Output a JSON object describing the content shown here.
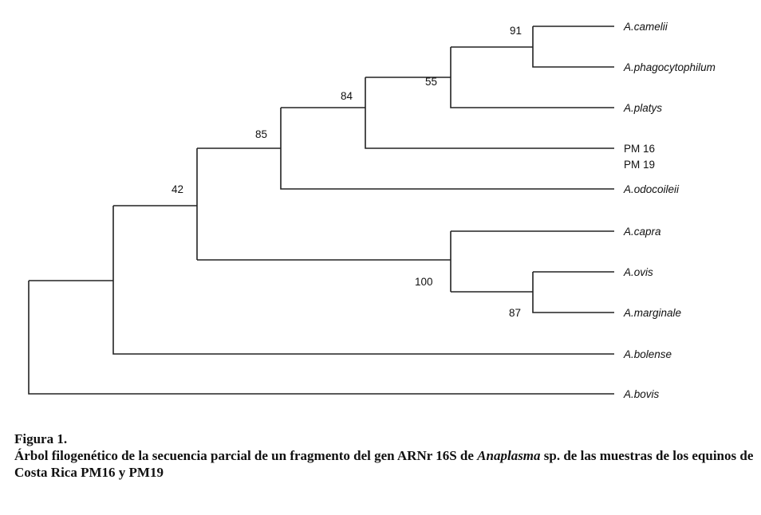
{
  "tree": {
    "leaves": {
      "camelii": "A.camelii",
      "phagocytophilum": "A.phagocytophilum",
      "platys": "A.platys",
      "pm16": "PM 16",
      "pm19": "PM 19",
      "odocoileii": "A.odocoileii",
      "capra": "A.capra",
      "ovis": "A.ovis",
      "marginale": "A.marginale",
      "bolense": "A.bolense",
      "bovis": "A.bovis"
    },
    "bootstrap": {
      "camelii_phago": "91",
      "with_platys": "55",
      "with_pm": "84",
      "with_odocoileii": "85",
      "ingroup": "42",
      "capra_clade": "100",
      "ovis_marginale": "87"
    }
  },
  "caption": {
    "figure": "Figura 1.",
    "text_before": "Árbol filogenético de la secuencia parcial de un fragmento del gen ARNr 16S de ",
    "genus": "Anaplasma",
    "text_after": " sp. de las muestras de los equinos de Costa Rica PM16 y PM19"
  }
}
